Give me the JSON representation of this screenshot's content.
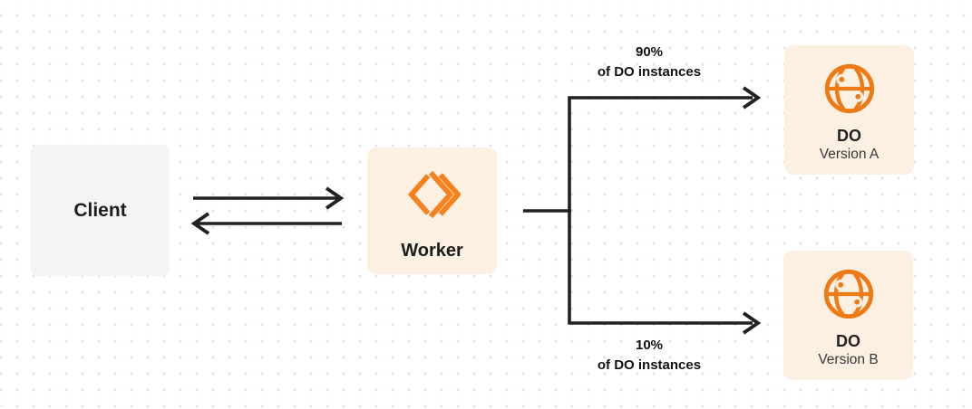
{
  "colors": {
    "accent_orange": "#f6821f",
    "globe_orange": "#ee7a15",
    "node_cream_bg": "#fcf0e2",
    "node_gray_bg": "#f4f4f5",
    "line_dark": "#212121",
    "text_dark": "#1c1c1c"
  },
  "nodes": {
    "client": {
      "label": "Client"
    },
    "worker": {
      "label": "Worker",
      "icon": "workers-logo-icon"
    },
    "do_version_a": {
      "label": "DO",
      "sublabel": "Version A",
      "icon": "globe-icon"
    },
    "do_version_b": {
      "label": "DO",
      "sublabel": "Version B",
      "icon": "globe-icon"
    }
  },
  "edge_labels": {
    "top": {
      "percent": "90%",
      "caption": "of DO instances"
    },
    "bottom": {
      "percent": "10%",
      "caption": "of DO instances"
    }
  },
  "connections": [
    {
      "from": "client",
      "to": "worker",
      "style": "arrow-right"
    },
    {
      "from": "worker",
      "to": "client",
      "style": "arrow-left"
    },
    {
      "from": "worker",
      "to": "do_version_a",
      "label": "90% of DO instances"
    },
    {
      "from": "worker",
      "to": "do_version_b",
      "label": "10% of DO instances"
    }
  ]
}
